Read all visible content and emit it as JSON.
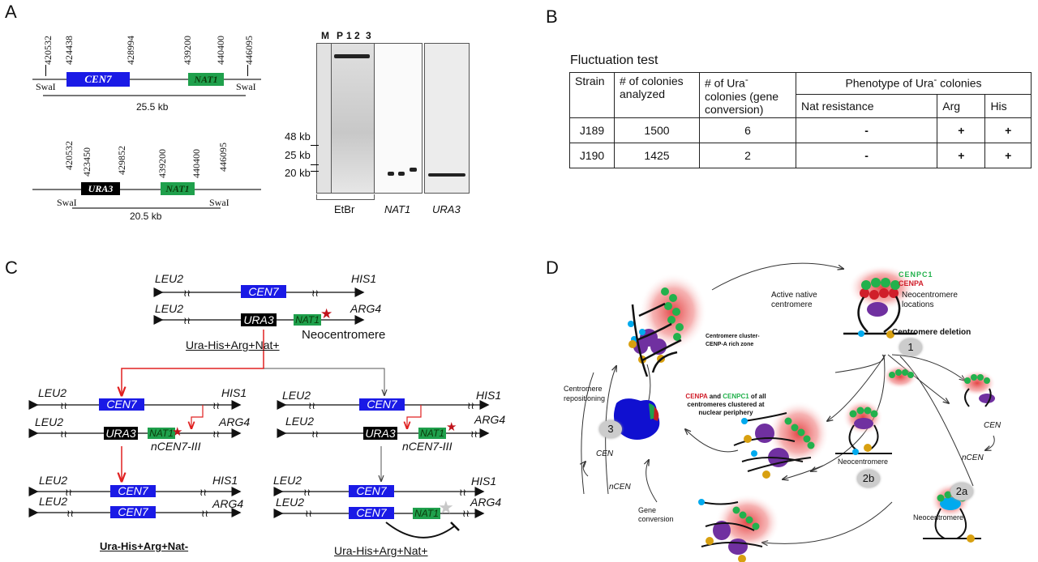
{
  "panels": {
    "A": {
      "letter": "A",
      "map1": {
        "coords": [
          "420532",
          "424438",
          "428994",
          "439200",
          "440400",
          "446095"
        ],
        "site_left": "SwaI",
        "site_right": "SwaI",
        "gene1": "CEN7",
        "gene2": "NAT1",
        "size": "25.5 kb"
      },
      "map2": {
        "coords": [
          "420532",
          "423450",
          "429852",
          "439200",
          "440400",
          "446095"
        ],
        "site_left": "SwaI",
        "site_right": "SwaI",
        "gene1": "URA3",
        "gene2": "NAT1",
        "size": "20.5 kb"
      },
      "gel": {
        "lanes": [
          "M",
          "P",
          "1",
          "2",
          "3"
        ],
        "markers": [
          "48 kb",
          "25 kb",
          "20 kb"
        ],
        "stain_label": "EtBr",
        "probe1": "NAT1",
        "probe2": "URA3"
      }
    },
    "B": {
      "letter": "B",
      "title": "Fluctuation test",
      "headers": {
        "strain": "Strain",
        "colonies": "# of colonies analyzed",
        "ura_colonies_a": "# of Ura",
        "ura_colonies_sup": "-",
        "ura_colonies_b": " colonies (gene conversion)",
        "phenotype_a": "Phenotype of Ura",
        "phenotype_sup": "-",
        "phenotype_b": " colonies",
        "nat": "Nat resistance",
        "arg": "Arg",
        "his": "His"
      },
      "rows": [
        {
          "strain": "J189",
          "colonies": "1500",
          "ura": "6",
          "nat": "-",
          "arg": "+",
          "his": "+"
        },
        {
          "strain": "J190",
          "colonies": "1425",
          "ura": "2",
          "nat": "-",
          "arg": "+",
          "his": "+"
        }
      ]
    },
    "C": {
      "letter": "C",
      "top": {
        "leu2a": "LEU2",
        "his1": "HIS1",
        "cen7": "CEN7",
        "leu2b": "LEU2",
        "arg4": "ARG4",
        "ura3": "URA3",
        "nat1": "NAT1",
        "neo": "Neocentromere",
        "phenotype": "Ura-His+Arg+Nat+"
      },
      "left": {
        "leu2a": "LEU2",
        "his1": "HIS1",
        "cen7": "CEN7",
        "leu2b": "LEU2",
        "arg4": "ARG4",
        "ura3": "URA3",
        "nat1": "NAT1",
        "ncen": "nCEN7-III",
        "leu2c": "LEU2",
        "his1b": "HIS1",
        "cen7b": "CEN7",
        "leu2d": "LEU2",
        "arg4b": "ARG4",
        "cen7c": "CEN7",
        "phenotype": "Ura-His+Arg+Nat-"
      },
      "right": {
        "leu2a": "LEU2",
        "his1": "HIS1",
        "cen7": "CEN7",
        "leu2b": "LEU2",
        "arg4": "ARG4",
        "ura3": "URA3",
        "nat1": "NAT1",
        "ncen": "nCEN7-III",
        "leu2c": "LEU2",
        "his1b": "HIS1",
        "cen7b": "CEN7",
        "leu2d": "LEU2",
        "arg4b": "ARG4",
        "cen7c": "CEN7",
        "nat1b": "NAT1",
        "phenotype": "Ura-His+Arg+Nat+"
      }
    },
    "D": {
      "letter": "D",
      "cenpc": "CENPC1",
      "cenpa": "CENPA",
      "neo_locations": "Neocentromere locations",
      "active_native": "Active native centromere",
      "centromere_deletion": "Centromere deletion",
      "cluster_label": "Centromere cluster- CENP-A rich zone",
      "nucleus_a": "CENPA",
      "nucleus_b": " and ",
      "nucleus_c": "CENPC1",
      "nucleus_d": " of all centromeres clustered at nuclear periphery",
      "repositioning": "Centromere repositioning",
      "gene_conversion": "Gene conversion",
      "cen": "CEN",
      "ncen": "nCEN",
      "cen_r": "CEN",
      "ncen_r": "nCEN",
      "neocentromere_2b": "Neocentromere",
      "neocentromere_2a": "Neocentromere",
      "steps": [
        "1",
        "2a",
        "2b",
        "3"
      ]
    }
  },
  "colors": {
    "cen7": "#1a1ae6",
    "nat1": "#1fa04c",
    "ura3": "#000000",
    "arrow_red": "#e02020",
    "star_red": "#c0141c",
    "cenpa": "#d01e2a",
    "cenpc": "#22b14c",
    "kinetochore": "#7030a0"
  }
}
